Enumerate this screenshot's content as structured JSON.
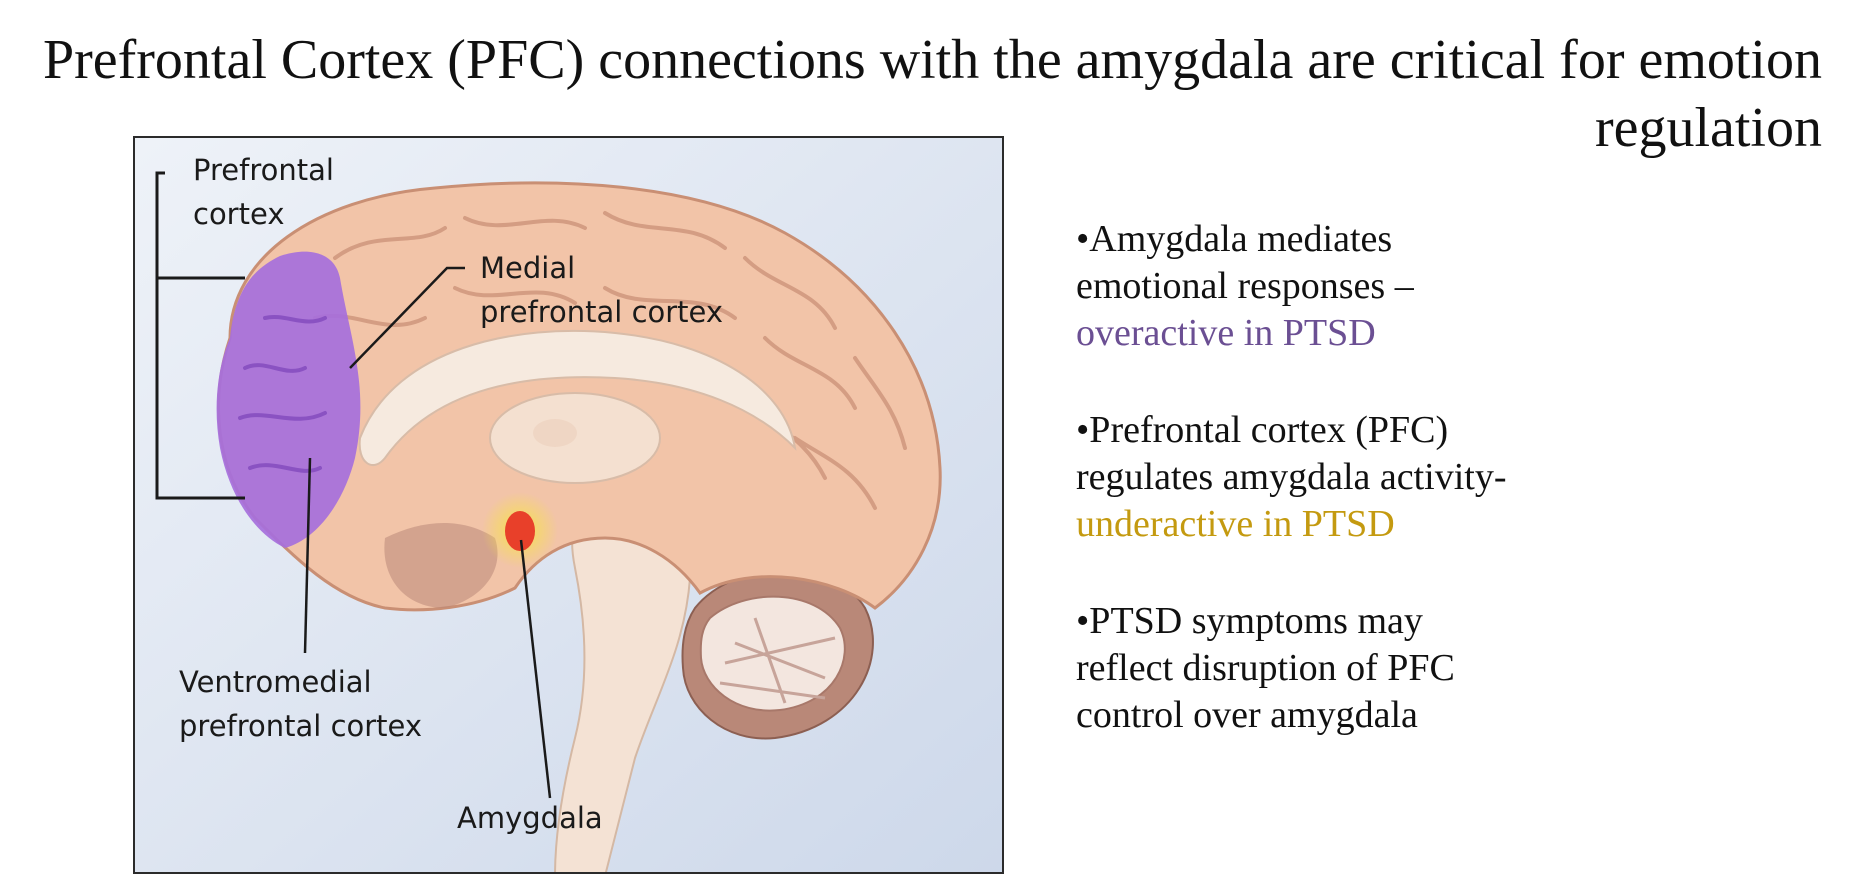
{
  "slide": {
    "title": "Prefrontal Cortex (PFC) connections with the amygdala are critical for emotion regulation"
  },
  "figure": {
    "labels": {
      "prefrontal_cortex_line1": "Prefrontal",
      "prefrontal_cortex_line2": "cortex",
      "medial_pfc_line1": "Medial",
      "medial_pfc_line2": "prefrontal cortex",
      "ventromedial_pfc_line1": "Ventromedial",
      "ventromedial_pfc_line2": "prefrontal cortex",
      "amygdala": "Amygdala"
    },
    "colors": {
      "background": "#dfe6f2",
      "brain": "#f2c4a8",
      "brain_outline": "#c98f74",
      "pfc_highlight": "#a66fdc",
      "amygdala": "#e8402a",
      "amygdala_glow": "#f6e24a"
    }
  },
  "bullets": [
    {
      "lines": [
        "•Amygdala mediates",
        "emotional responses –"
      ],
      "highlight": "overactive in PTSD",
      "highlight_color": "#6b4f93"
    },
    {
      "lines": [
        "•Prefrontal cortex (PFC)",
        "regulates amygdala activity-"
      ],
      "highlight": "underactive in PTSD",
      "highlight_color": "#c49a10"
    },
    {
      "lines": [
        "•PTSD symptoms may",
        "reflect disruption of PFC",
        "control over amygdala"
      ]
    }
  ]
}
